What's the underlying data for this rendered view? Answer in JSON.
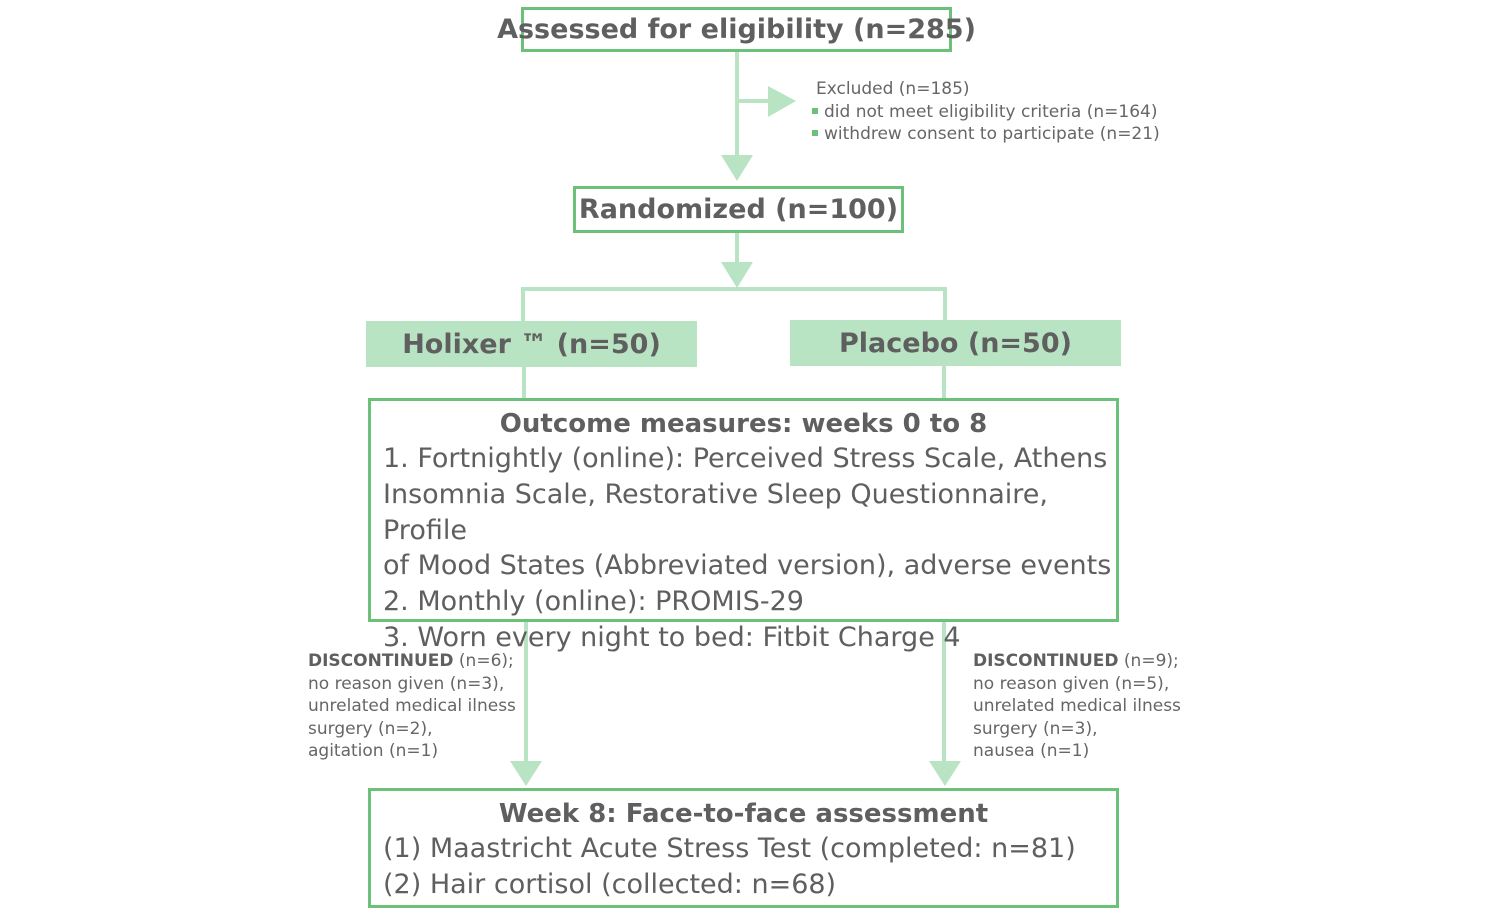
{
  "assessed": {
    "label": "Assessed for eligibility (n=285)"
  },
  "excluded": {
    "title": "Excluded (n=185)",
    "items": [
      "did not meet eligibility criteria (n=164)",
      "withdrew consent to participate (n=21)"
    ]
  },
  "randomized": {
    "label": "Randomized (n=100)"
  },
  "arms": {
    "left": "Holixer ™ (n=50)",
    "right": "Placebo (n=50)"
  },
  "outcomes": {
    "title": "Outcome measures: weeks 0 to 8",
    "lines": [
      "1. Fortnightly (online): Perceived Stress Scale, Athens",
      "Insomnia Scale, Restorative Sleep Questionnaire, Profile",
      "of Mood States (Abbreviated version), adverse events",
      "2. Monthly (online): PROMIS-29",
      "3. Worn every night to bed: Fitbit Charge 4"
    ]
  },
  "discontinued_left": {
    "head": "DISCONTINUED",
    "head_count": " (n=6);",
    "lines": [
      "no reason given (n=3),",
      "unrelated medical ilness",
      "surgery (n=2),",
      "agitation (n=1)"
    ]
  },
  "discontinued_right": {
    "head": "DISCONTINUED",
    "head_count": " (n=9);",
    "lines": [
      "no reason given (n=5),",
      "unrelated medical ilness",
      "surgery (n=3),",
      "nausea (n=1)"
    ]
  },
  "week8": {
    "title": "Week 8: Face-to-face assessment",
    "lines": [
      "(1) Maastricht Acute Stress Test (completed: n=81)",
      "(2) Hair cortisol (collected: n=68)"
    ]
  },
  "colors": {
    "border": "#6cc17a",
    "arrow": "#b9e4c4",
    "fill": "#b9e4c4",
    "text": "#5f5f5f"
  }
}
